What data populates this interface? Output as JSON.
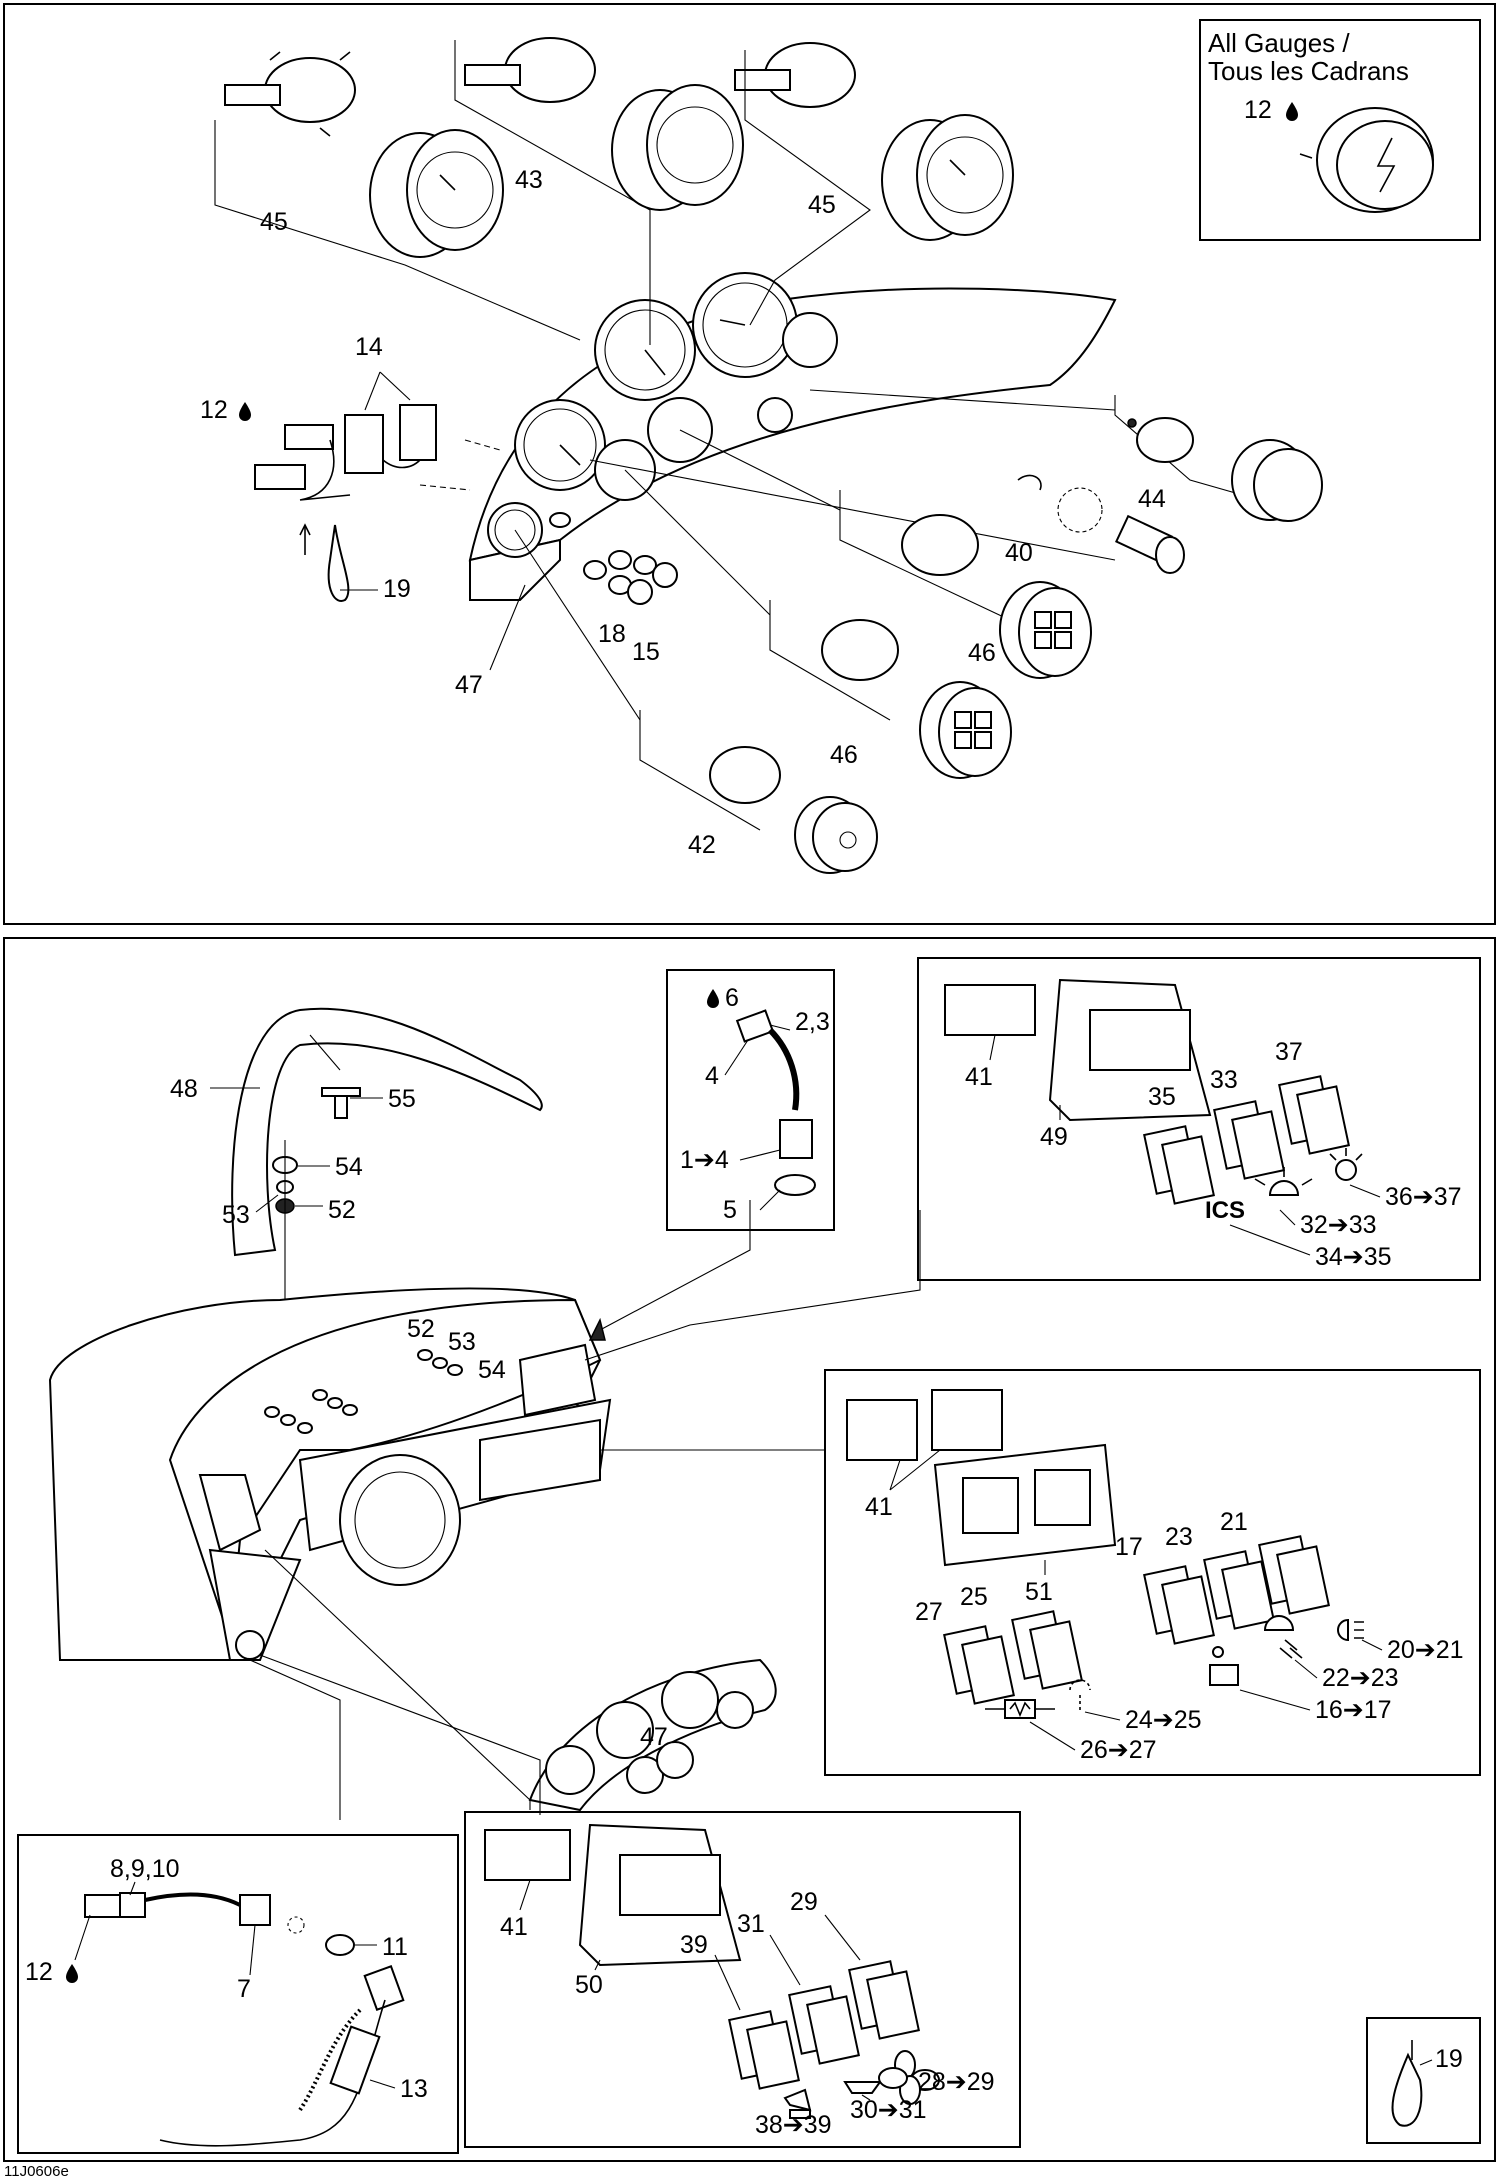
{
  "diagram_code": "11J0606e",
  "all_gauges_box": {
    "title_line1": "All Gauges /",
    "title_line2": "Tous les Cadrans",
    "label": "12"
  },
  "top_section": {
    "callouts": {
      "c45a": "45",
      "c43": "43",
      "c45b": "45",
      "c14": "14",
      "c12": "12",
      "c19": "19",
      "c18": "18",
      "c15": "15",
      "c47": "47",
      "c44": "44",
      "c40": "40",
      "c46a": "46",
      "c46b": "46",
      "c42": "42"
    }
  },
  "bottom_section": {
    "callouts": {
      "c48": "48",
      "c55": "55",
      "c54a": "54",
      "c53a": "53",
      "c52a": "52",
      "c52b": "52",
      "c53b": "53",
      "c54b": "54",
      "c47": "47"
    }
  },
  "inset_plug": {
    "callouts": {
      "c6": "6",
      "c23": "2,3",
      "c4": "4",
      "c14": "1➔4",
      "c5": "5"
    }
  },
  "inset_switch_49": {
    "ics_text": "ICS",
    "callouts": {
      "c41": "41",
      "c49": "49",
      "c35": "35",
      "c33": "33",
      "c37": "37",
      "c3637": "36➔37",
      "c3233": "32➔33",
      "c3435": "34➔35"
    }
  },
  "inset_switch_51": {
    "callouts": {
      "c41": "41",
      "c51": "51",
      "c17": "17",
      "c23": "23",
      "c21": "21",
      "c27": "27",
      "c25": "25",
      "c2021": "20➔21",
      "c2223": "22➔23",
      "c1617": "16➔17",
      "c2425": "24➔25",
      "c2627": "26➔27"
    }
  },
  "inset_switch_50": {
    "callouts": {
      "c41": "41",
      "c50": "50",
      "c39": "39",
      "c31": "31",
      "c29": "29",
      "c2829": "28➔29",
      "c3031": "30➔31",
      "c3839": "38➔39"
    }
  },
  "inset_ignition": {
    "callouts": {
      "c8910": "8,9,10",
      "c12": "12",
      "c7": "7",
      "c11": "11",
      "c13": "13"
    }
  },
  "inset_tie": {
    "callouts": {
      "c19": "19"
    }
  }
}
